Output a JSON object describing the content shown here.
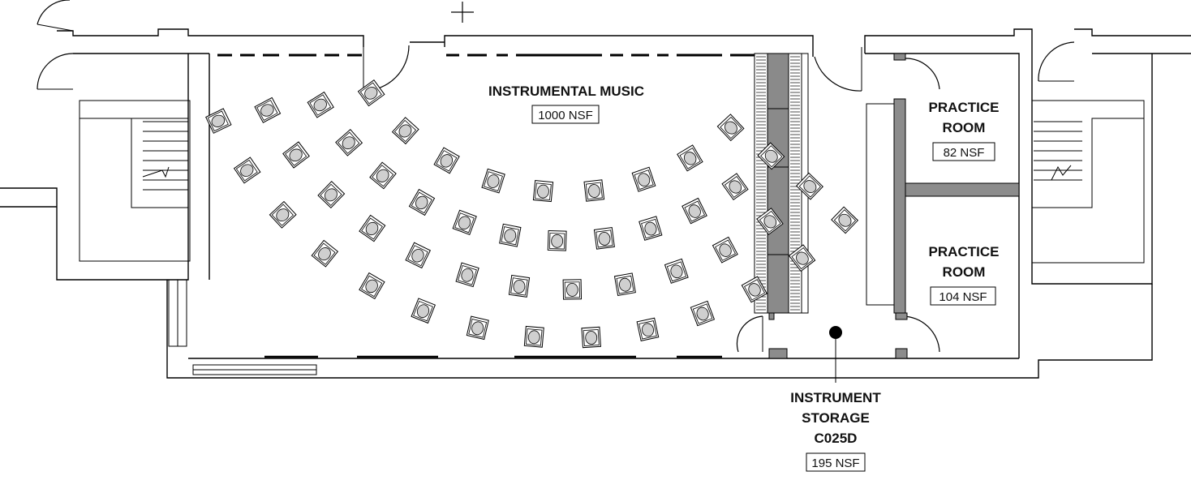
{
  "rooms": {
    "instrumental": {
      "name": "INSTRUMENTAL MUSIC",
      "area": "1000 NSF"
    },
    "practice_1": {
      "line1": "PRACTICE",
      "line2": "ROOM",
      "area": "82 NSF"
    },
    "practice_2": {
      "line1": "PRACTICE",
      "line2": "ROOM",
      "area": "104 NSF"
    },
    "storage": {
      "line1": "INSTRUMENT",
      "line2": "STORAGE",
      "line3": "C025D",
      "area": "195 NSF"
    }
  },
  "colors": {
    "wall": "#000000",
    "fill_grey": "#8c8c8c",
    "chair_seat": "#cfcfcf"
  },
  "chair_rows": [
    {
      "row": 1,
      "count": 9
    },
    {
      "row": 2,
      "count": 12
    },
    {
      "row": 3,
      "count": 13
    },
    {
      "row": 4,
      "count": 14
    }
  ]
}
